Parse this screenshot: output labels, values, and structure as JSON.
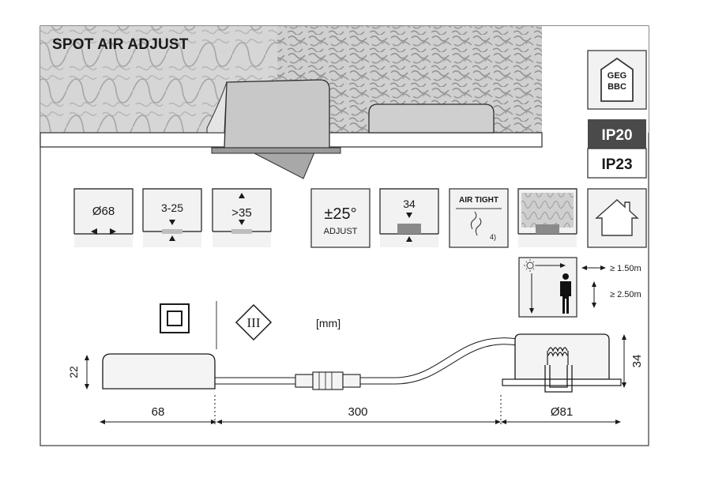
{
  "title": "SPOT AIR ADJUST",
  "badges": {
    "geg_line1": "GEG",
    "geg_line2": "BBC",
    "ip_active": "IP20",
    "ip_other": "IP23"
  },
  "icons": [
    {
      "label": "Ø68",
      "icon": "cutout-diameter-icon"
    },
    {
      "label": "3-25",
      "icon": "ceiling-thickness-icon"
    },
    {
      "label": ">35",
      "icon": "installation-depth-icon"
    },
    {
      "label": "±25°",
      "sub": "ADJUST",
      "icon": "tilt-adjust-icon"
    },
    {
      "label": "34",
      "icon": "recess-depth-icon"
    },
    {
      "label": "AIR TIGHT",
      "sub": "4)",
      "icon": "air-tight-icon"
    },
    {
      "label": "",
      "icon": "insulation-coverable-icon"
    },
    {
      "label": "",
      "icon": "indoor-house-icon"
    }
  ],
  "safety": {
    "distance_horizontal": "≥ 1.50m",
    "distance_vertical": "≥ 2.50m"
  },
  "class_symbols": {
    "protection_class_icon": "double-insulation-icon",
    "safety_class_iii": "III",
    "unit": "[mm]"
  },
  "dimensions": {
    "driver_height": "22",
    "driver_length": "68",
    "cable_length": "300",
    "spot_diameter": "Ø81",
    "spot_height": "34"
  },
  "colors": {
    "ceiling_fill": "#d4d4d4",
    "frame": "#3a3a3a",
    "ip_active_bg": "#4a4a4a"
  }
}
